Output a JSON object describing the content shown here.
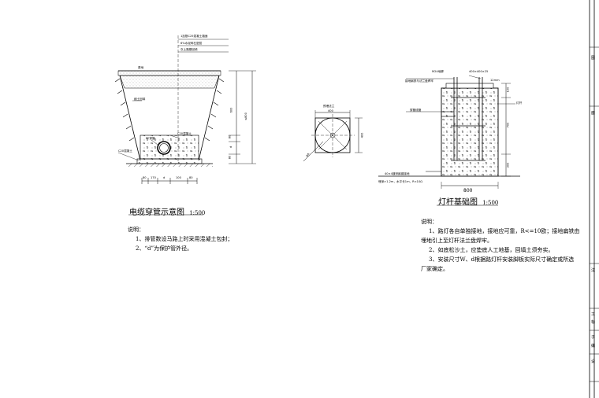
{
  "left_drawing": {
    "title": "电缆穿管示意图",
    "scale": "1:500",
    "layers": [
      "1加筋C25混凝土路面",
      "6%水泥碎石垫层",
      "灰土路基回填"
    ],
    "ground_label": "原地",
    "fill_label": "细土回填",
    "pipe_label": "PE穿管",
    "concrete_label": "C20混凝土",
    "base_label": "C20混凝土",
    "dims_v": [
      "600",
      "≤800",
      "80",
      "d",
      "80"
    ],
    "dims_h": [
      "80",
      "170",
      "d",
      "100",
      "80"
    ],
    "notes_heading": "说明：",
    "notes": [
      "1、排管数设马路上时采用混凝土包封；",
      "2、“d”为保护管外径。"
    ]
  },
  "middle_drawing": {
    "top_label": "预埋法兰",
    "top_dim": "400",
    "side_dim": "400",
    "dia_label": "φA"
  },
  "right_drawing": {
    "title": "灯杆基础图",
    "scale": "1:500",
    "labels": {
      "anchor": "M24地脚",
      "box": "400×400×25",
      "weld": "接地扁铁与法兰盘焊牢",
      "top_pad": "12mm",
      "left_mid": "穿管线管",
      "right_mid": "灯杆",
      "bottom_left": "40×4镀锌扁钢接地",
      "ground_note": "埋深>1.2m，水平长1m，R<10Ω"
    },
    "dims_v": [
      "100",
      "700",
      "300"
    ],
    "dim_bottom": "800",
    "notes_heading": "说明：",
    "notes": [
      "1、路灯各自单独接地，接地应可靠，R<=10欧；接地扁铁由",
      "埋地引上至灯杆法兰盘焊牢。",
      "2、如底松沙土，应垫底人工地基，回填土须夯实。",
      "3、安装尺寸W、d根据路灯杆安装脚板实际尺寸确定或所选",
      "厂家确定。"
    ]
  },
  "title_block": {
    "cells": [
      "图",
      "面",
      "注",
      "工",
      "标",
      "子",
      "编",
      "设"
    ]
  }
}
